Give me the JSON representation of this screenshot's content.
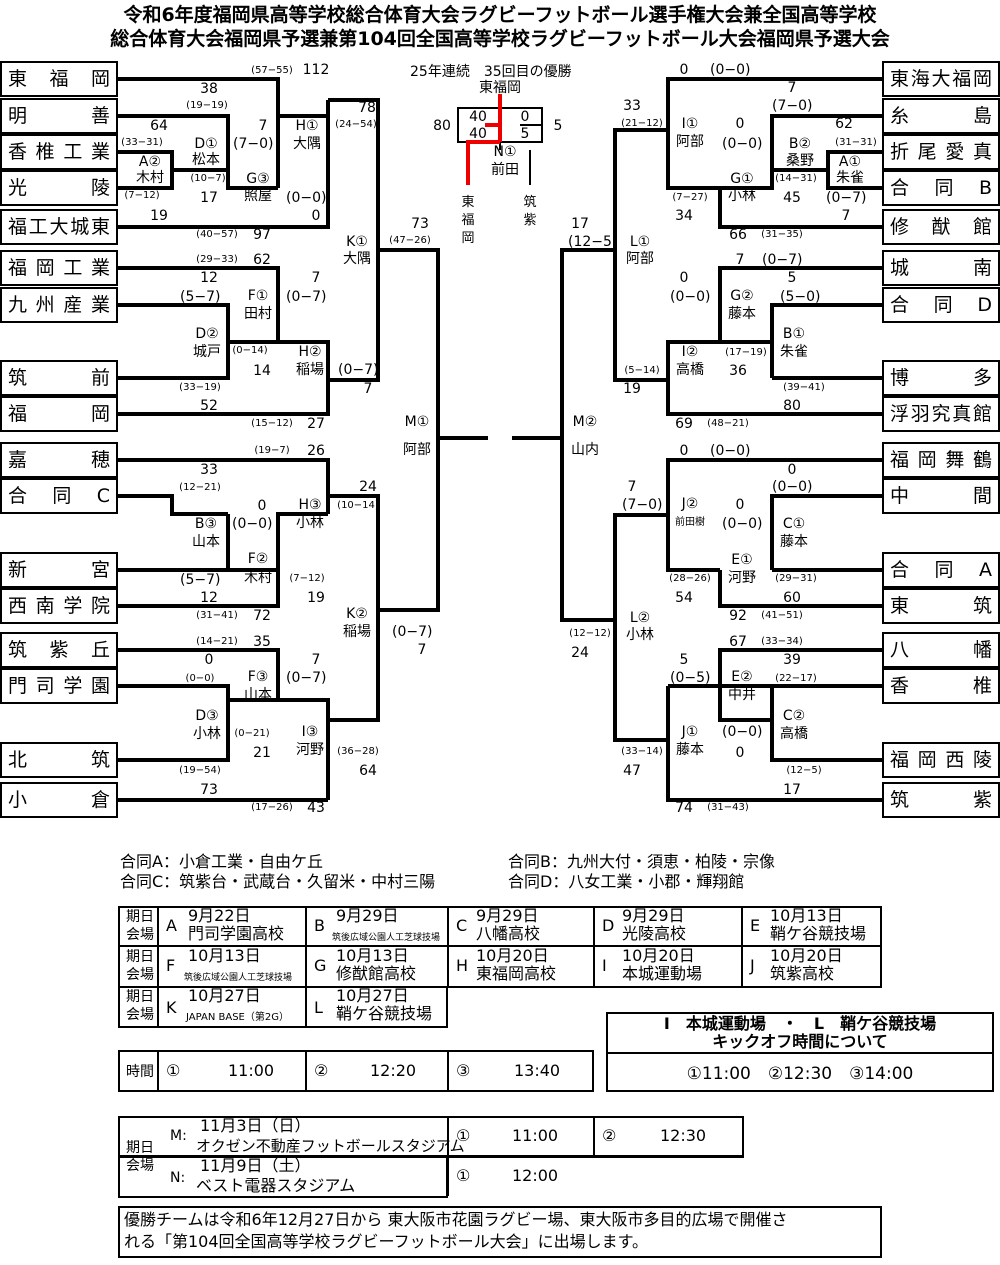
{
  "title": {
    "line1": "令和6年度福岡県高等学校総合体育大会ラグビーフットボール選手権大会兼全国高等学校",
    "line2": "総合体育大会福岡県予選兼第104回全国高等学校ラグビーフットボール大会福岡県予選大会"
  },
  "center": {
    "streak": "25年連続　35回目の優勝",
    "winner": "東福岡",
    "final_match": "N①",
    "final_venue": "前田",
    "half1_left": "40",
    "half1_right": "0",
    "half2_left": "40",
    "half2_right": "5",
    "total_left": "80",
    "total_right": "5",
    "finalist_left": "東福岡",
    "finalist_right": "筑紫"
  },
  "left_teams": [
    "東　福　岡",
    "明　　　善",
    "香椎工業",
    "光　　　陵",
    "福工大城東",
    "福岡工業",
    "九州産業",
    "筑　　　前",
    "福　　　岡",
    "嘉　　　穂",
    "合　同　C",
    "新　　　宮",
    "西南学院",
    "筑紫丘",
    "門司学園",
    "北　　　筑",
    "小　　　倉"
  ],
  "right_teams": [
    "東海大福岡",
    "糸　　　島",
    "折尾愛真",
    "合　同　B",
    "修　猷　館",
    "城　　　南",
    "合　同　D",
    "博　　　多",
    "浮羽究真館",
    "福岡舞鶴",
    "中　　　間",
    "合　同　A",
    "東　　　筑",
    "八　　　幡",
    "香　　　椎",
    "福岡西陵",
    "筑　　　紫"
  ],
  "left_labels": {
    "s1": "(57−55)",
    "s2": "112",
    "s3": "38",
    "s4": "(19−19)",
    "s5": "64",
    "s6": "7",
    "s7": "(7−0)",
    "s8": "(33−31)",
    "s9": "D①",
    "s10": "松本",
    "s11": "A②",
    "s12": "木村",
    "s13": "(10−7)",
    "s14": "G③",
    "s15": "照屋",
    "s16": "(7−12)",
    "s17": "17",
    "s18": "(0−0)",
    "s19": "19",
    "s20": "0",
    "s21": "(40−57)",
    "s22": "97",
    "h1a": "H①",
    "h1b": "大隅",
    "s23": "78",
    "s24": "(24−54)",
    "k1a": "K①",
    "k1b": "大隅",
    "s25": "73",
    "s26": "(47−26)",
    "s27": "(29−33)",
    "s28": "62",
    "s29": "12",
    "s30": "7",
    "s31": "(5−7)",
    "s32": "F①",
    "s33": "田村",
    "s34": "(0−7)",
    "s35": "D②",
    "s36": "城戸",
    "s37": "(0−14)",
    "s38": "H②",
    "s39": "稲場",
    "s40": "14",
    "s41": "(0−7)",
    "s42": "(33−19)",
    "s43": "7",
    "s44": "52",
    "s45": "(15−12)",
    "s46": "27",
    "m1a": "M①",
    "m1b": "阿部",
    "s47": "(19−7)",
    "s48": "26",
    "s49": "33",
    "s50": "24",
    "s51": "(12−21)",
    "s52": "0",
    "s53": "H③",
    "s54": "小林",
    "s55": "(10−14)",
    "s56": "B③",
    "s57": "(0−0)",
    "s58": "山本",
    "s59": "F②",
    "s60": "木村",
    "s61": "(5−7)",
    "s62": "(7−12)",
    "s63": "12",
    "s64": "19",
    "s65": "(31−41)",
    "s66": "72",
    "k2a": "K②",
    "k2b": "稲場",
    "s67": "(0−7)",
    "s68": "7",
    "s69": "(14−21)",
    "s70": "35",
    "s71": "0",
    "s72": "7",
    "s73": "F③",
    "s74": "(0−7)",
    "s75": "(0−0)",
    "s76": "山本",
    "s77": "D③",
    "s78": "小林",
    "s79": "(0−21)",
    "s80": "I③",
    "s81": "河野",
    "s82": "21",
    "s83": "(36−28)",
    "s84": "(19−54)",
    "s85": "64",
    "s86": "73",
    "s87": "(17−26)",
    "s88": "43"
  },
  "right_labels": {
    "r1": "0",
    "r2": "(0−0)",
    "r3": "7",
    "r4": "33",
    "r5": "(7−0)",
    "r6": "(21−12)",
    "r7": "I①",
    "r8": "62",
    "r9": "阿部",
    "r10": "0",
    "r11": "B②",
    "r12": "(31−31)",
    "r13": "(0−0)",
    "r14": "桑野",
    "r15": "A①",
    "r16": "G①",
    "r17": "朱雀",
    "r18": "(14−31)",
    "r19": "小林",
    "r20": "(7−27)",
    "r21": "45",
    "r22": "(0−7)",
    "r23": "34",
    "r24": "7",
    "r25": "66",
    "r26": "(31−35)",
    "l1a": "L①",
    "l1b": "阿部",
    "r27": "17",
    "r28": "(12−5)",
    "r29": "7",
    "r30": "(0−7)",
    "r31": "0",
    "r32": "5",
    "r33": "(0−0)",
    "r34": "G②",
    "r35": "(5−0)",
    "r36": "藤本",
    "r37": "B①",
    "r38": "I②",
    "r39": "(17−19)",
    "r40": "朱雀",
    "r41": "高橋",
    "r42": "36",
    "r43": "(5−14)",
    "r44": "(39−41)",
    "r45": "19",
    "r46": "80",
    "r47": "69",
    "r48": "(48−21)",
    "m2a": "M②",
    "m2b": "山内",
    "r49": "0",
    "r50": "(0−0)",
    "r51": "0",
    "r52": "7",
    "r53": "(0−0)",
    "r54": "(7−0)",
    "r55": "J②",
    "r56": "0",
    "r57": "C①",
    "r58": "前田樹",
    "r59": "(0−0)",
    "r60": "藤本",
    "r61": "E①",
    "r62": "(28−26)",
    "r63": "河野",
    "r64": "(29−31)",
    "r65": "54",
    "r66": "60",
    "r67": "92",
    "r68": "(41−51)",
    "l2a": "L②",
    "l2b": "小林",
    "r69": "(12−12)",
    "r70": "24",
    "r71": "67",
    "r72": "(33−34)",
    "r73": "39",
    "r74": "5",
    "r75": "E②",
    "r76": "(22−17)",
    "r77": "(0−5)",
    "r78": "中井",
    "r79": "C②",
    "r80": "J①",
    "r81": "(0−0)",
    "r82": "高橋",
    "r83": "(33−14)",
    "r84": "藤本",
    "r85": "0",
    "r86": "(12−5)",
    "r87": "47",
    "r88": "17",
    "r89": "74",
    "r90": "(31−43)"
  },
  "joint": {
    "a": "合同A：小倉工業・自由ケ丘",
    "b": "合同B：九州大付・須恵・柏陵・宗像",
    "c": "合同C：筑紫台・武蔵台・久留米・中村三陽",
    "d": "合同D：八女工業・小郡・輝翔館"
  },
  "schedule": {
    "date_label": "期日",
    "venue_label": "会場",
    "time_label": "時間",
    "rows": [
      [
        {
          "k": "A",
          "d": "9月22日",
          "v": "門司学園高校",
          "small": false
        },
        {
          "k": "B",
          "d": "9月29日",
          "v": "筑後広域公園人工芝球技場",
          "small": true
        },
        {
          "k": "C",
          "d": "9月29日",
          "v": "八幡高校",
          "small": false
        },
        {
          "k": "D",
          "d": "9月29日",
          "v": "光陵高校",
          "small": false
        },
        {
          "k": "E",
          "d": "10月13日",
          "v": "鞘ケ谷競技場",
          "small": false
        }
      ],
      [
        {
          "k": "F",
          "d": "10月13日",
          "v": "筑後広域公園人工芝球技場",
          "small": true
        },
        {
          "k": "G",
          "d": "10月13日",
          "v": "修猷館高校",
          "small": false
        },
        {
          "k": "H",
          "d": "10月20日",
          "v": "東福岡高校",
          "small": false
        },
        {
          "k": "I",
          "d": "10月20日",
          "v": "本城運動場",
          "small": false
        },
        {
          "k": "J",
          "d": "10月20日",
          "v": "筑紫高校",
          "small": false
        }
      ],
      [
        {
          "k": "K",
          "d": "10月27日",
          "v": "JAPAN BASE（第2G）",
          "small": true
        },
        {
          "k": "L",
          "d": "10月27日",
          "v": "鞘ケ谷競技場",
          "small": false
        }
      ]
    ],
    "times": [
      {
        "k": "①",
        "t": "11:00"
      },
      {
        "k": "②",
        "t": "12:20"
      },
      {
        "k": "③",
        "t": "13:40"
      }
    ],
    "kickoff_title1": "I　本城運動場　・　L　鞘ケ谷競技場",
    "kickoff_title2": "キックオフ時間について",
    "kickoff_times": "①11:00　②12:30　③14:00",
    "final_rows": [
      {
        "k": "M:",
        "d": "11月3日（日）",
        "v": "オクゼン不動産フットボールスタジアム",
        "t1k": "①",
        "t1": "11:00",
        "t2k": "②",
        "t2": "12:30"
      },
      {
        "k": "N:",
        "d": "11月9日（土）",
        "v": "ベスト電器スタジアム",
        "t1k": "①",
        "t1": "12:00"
      }
    ]
  },
  "footer": {
    "line1": "優勝チームは令和6年12月27日から 東大阪市花園ラグビー場、東大阪市多目的広場で開催さ",
    "line2": "れる「第104回全国高等学校ラグビーフットボール大会」に出場します。"
  }
}
